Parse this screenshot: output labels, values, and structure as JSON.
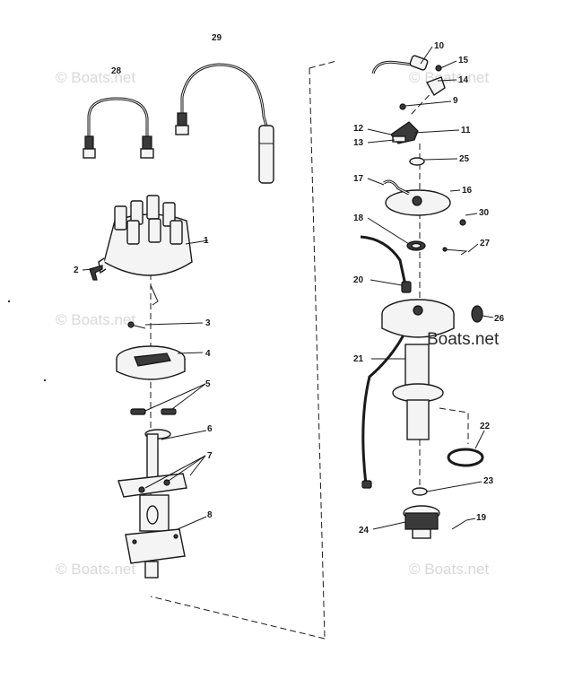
{
  "watermark": "© Boats.net",
  "watermark_overlay": "Boats.net",
  "callouts": [
    {
      "id": "p1",
      "text": "1"
    },
    {
      "id": "p2",
      "text": "2"
    },
    {
      "id": "p3",
      "text": "3"
    },
    {
      "id": "p4",
      "text": "4"
    },
    {
      "id": "p5",
      "text": "5"
    },
    {
      "id": "p6",
      "text": "6"
    },
    {
      "id": "p7",
      "text": "7"
    },
    {
      "id": "p8",
      "text": "8"
    },
    {
      "id": "p9",
      "text": "9"
    },
    {
      "id": "p10",
      "text": "10"
    },
    {
      "id": "p11",
      "text": "11"
    },
    {
      "id": "p12",
      "text": "12"
    },
    {
      "id": "p13",
      "text": "13"
    },
    {
      "id": "p14",
      "text": "14"
    },
    {
      "id": "p15",
      "text": "15"
    },
    {
      "id": "p16",
      "text": "16"
    },
    {
      "id": "p17",
      "text": "17"
    },
    {
      "id": "p18",
      "text": "18"
    },
    {
      "id": "p19",
      "text": "19"
    },
    {
      "id": "p20",
      "text": "20"
    },
    {
      "id": "p21",
      "text": "21"
    },
    {
      "id": "p22",
      "text": "22"
    },
    {
      "id": "p23",
      "text": "23"
    },
    {
      "id": "p24",
      "text": "24"
    },
    {
      "id": "p25",
      "text": "25"
    },
    {
      "id": "p26",
      "text": "26"
    },
    {
      "id": "p27",
      "text": "27"
    },
    {
      "id": "p28",
      "text": "28"
    },
    {
      "id": "p29",
      "text": "29"
    },
    {
      "id": "p30",
      "text": "30"
    }
  ]
}
